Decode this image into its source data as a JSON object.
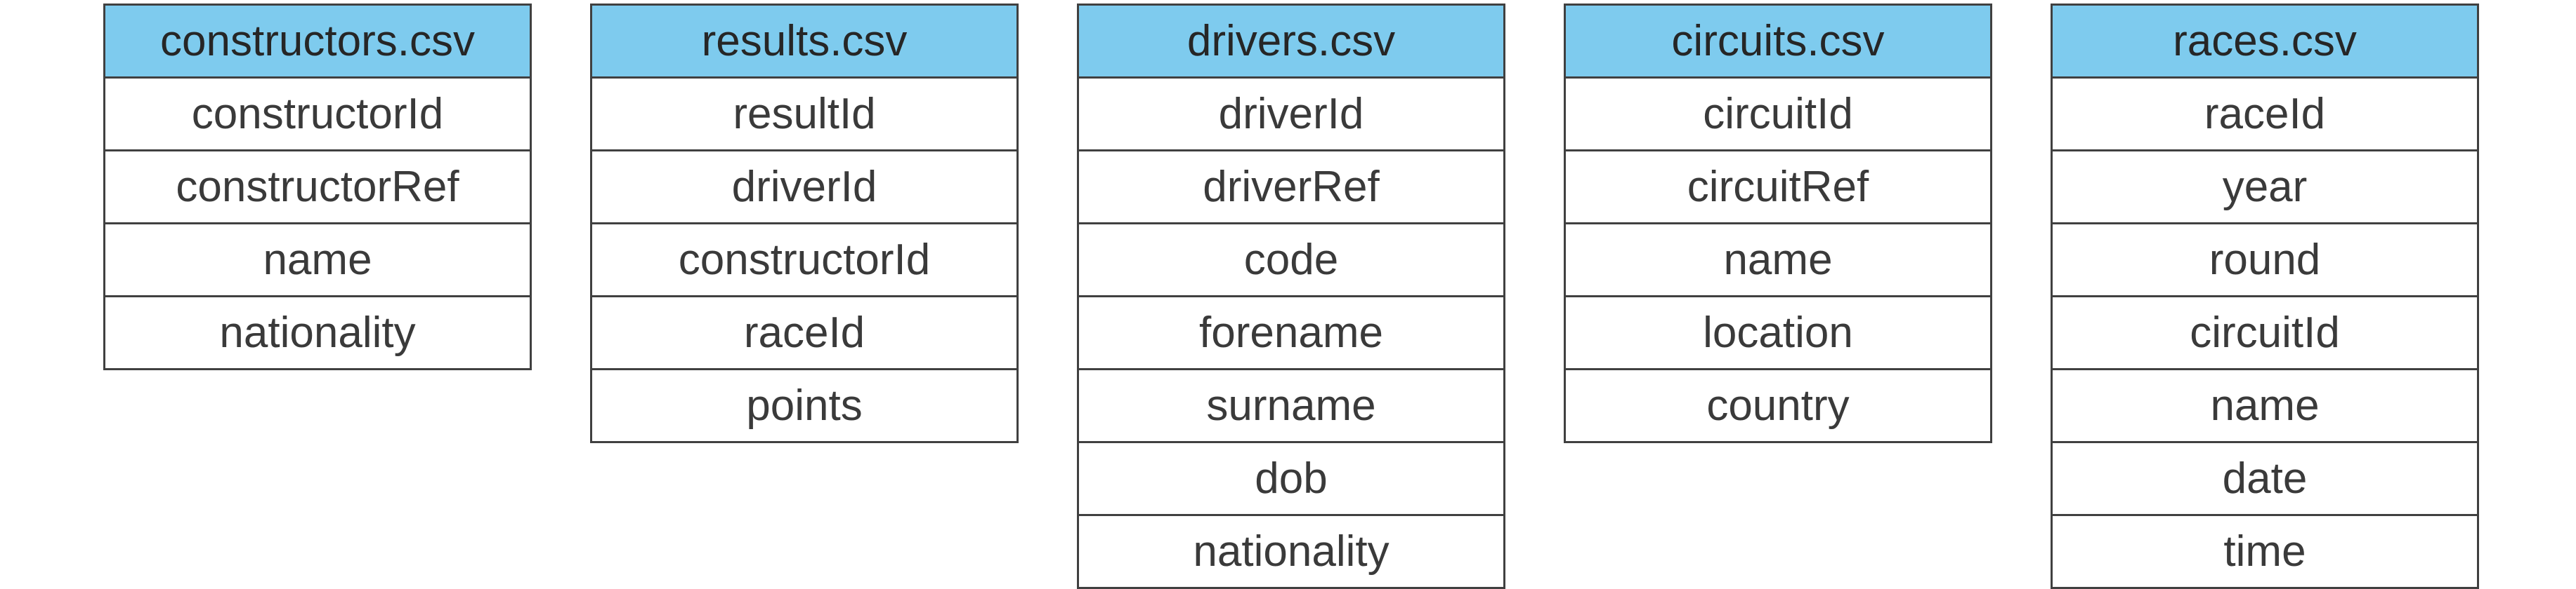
{
  "tables": [
    {
      "name": "constructors.csv",
      "columns": [
        "constructorId",
        "constructorRef",
        "name",
        "nationality"
      ]
    },
    {
      "name": "results.csv",
      "columns": [
        "resultId",
        "driverId",
        "constructorId",
        "raceId",
        "points"
      ]
    },
    {
      "name": "drivers.csv",
      "columns": [
        "driverId",
        "driverRef",
        "code",
        "forename",
        "surname",
        "dob",
        "nationality"
      ]
    },
    {
      "name": "circuits.csv",
      "columns": [
        "circuitId",
        "circuitRef",
        "name",
        "location",
        "country"
      ]
    },
    {
      "name": "races.csv",
      "columns": [
        "raceId",
        "year",
        "round",
        "circuitId",
        "name",
        "date",
        "time"
      ]
    }
  ],
  "colors": {
    "header_fill": "#7ecbee",
    "border": "#404040",
    "text": "#3a3a3a"
  }
}
